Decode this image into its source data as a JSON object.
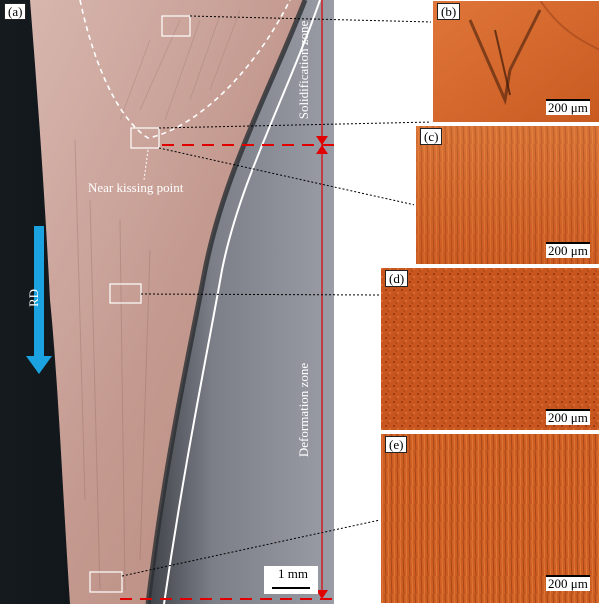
{
  "panels": {
    "a": {
      "label": "(a)"
    },
    "b": {
      "label": "(b)",
      "scale": "200 μm"
    },
    "c": {
      "label": "(c)",
      "scale": "200 μm"
    },
    "d": {
      "label": "(d)",
      "scale": "200 μm"
    },
    "e": {
      "label": "(e)",
      "scale": "200 μm"
    }
  },
  "annotations": {
    "solidification_zone": "Solidification zone",
    "deformation_zone": "Deformation zone",
    "near_kissing_point": "Near kissing point",
    "rd": "RD",
    "main_scale": "1 mm"
  },
  "colors": {
    "copper_light": "#c9a19a",
    "copper_dark": "#b88478",
    "roll_gray": "#6e7079",
    "micrograph_orange": "#d8682a",
    "micrograph_dark": "#8a3814",
    "rd_arrow": "#1aa3e0",
    "zone_marker": "#e00000"
  }
}
